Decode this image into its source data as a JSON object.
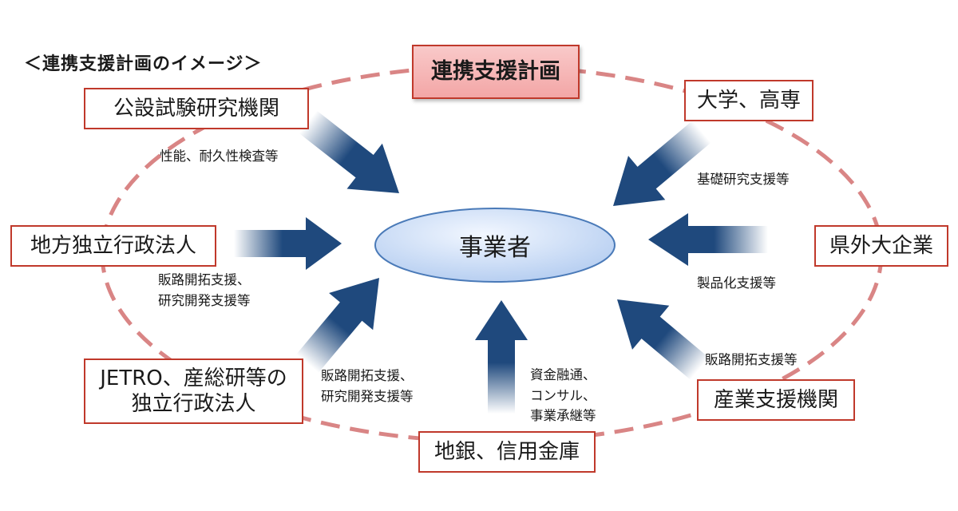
{
  "title": "＜連携支援計画のイメージ＞",
  "center": "事業者",
  "colors": {
    "ellipse_dash": "#d98585",
    "box_border": "#c0392b",
    "arrow": "#1f497d",
    "center_fill": "#c7d9f5",
    "center_stroke": "#4a7ab8",
    "main_fill": "#f3a6a6"
  },
  "boxes": {
    "plan": "連携支援計画",
    "public_research": "公設試験研究機関",
    "university": "大学、高専",
    "local_agency": "地方独立行政法人",
    "outside_company": "県外大企業",
    "jetro_line1": "JETRO、産総研等の",
    "jetro_line2": "独立行政法人",
    "industry_support": "産業支援機関",
    "local_bank": "地銀、信用金庫"
  },
  "notes": {
    "public_research": "性能、耐久性検査等",
    "university": "基礎研究支援等",
    "local_agency_1": "販路開拓支援、",
    "local_agency_2": "研究開発支援等",
    "outside_company": "製品化支援等",
    "jetro_1": "販路開拓支援、",
    "jetro_2": "研究開発支援等",
    "bank_1": "資金融通、",
    "bank_2": "コンサル、",
    "bank_3": "事業承継等",
    "industry_support": "販路開拓支援等"
  }
}
